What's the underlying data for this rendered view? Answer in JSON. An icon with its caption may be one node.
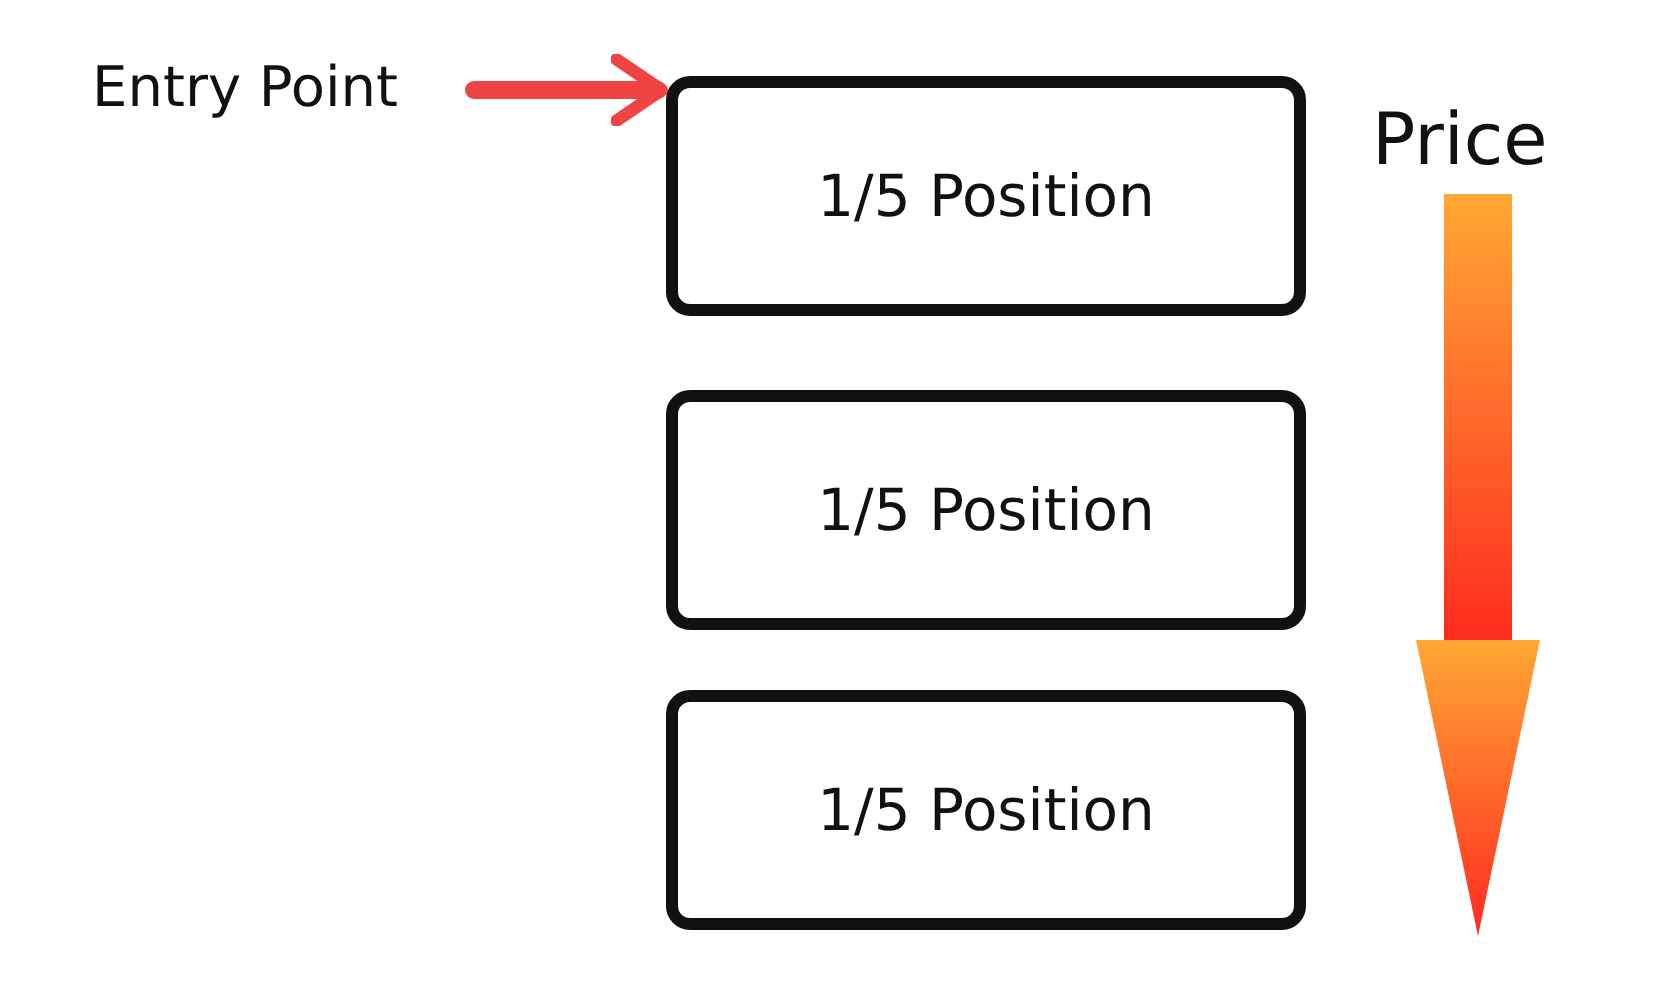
{
  "diagram": {
    "nodes": [
      {
        "text": [
          "Entry Point"
        ]
      },
      {
        "text": [
          "1/5 Position"
        ]
      },
      {
        "text": [
          "1/5 Position"
        ]
      },
      {
        "text": [
          "1/5 Position"
        ]
      }
    ],
    "edges": [
      {
        "from": 0,
        "to": 1,
        "arrow": "to",
        "color": "#f04444"
      }
    ],
    "labels": [
      "Price"
    ]
  }
}
